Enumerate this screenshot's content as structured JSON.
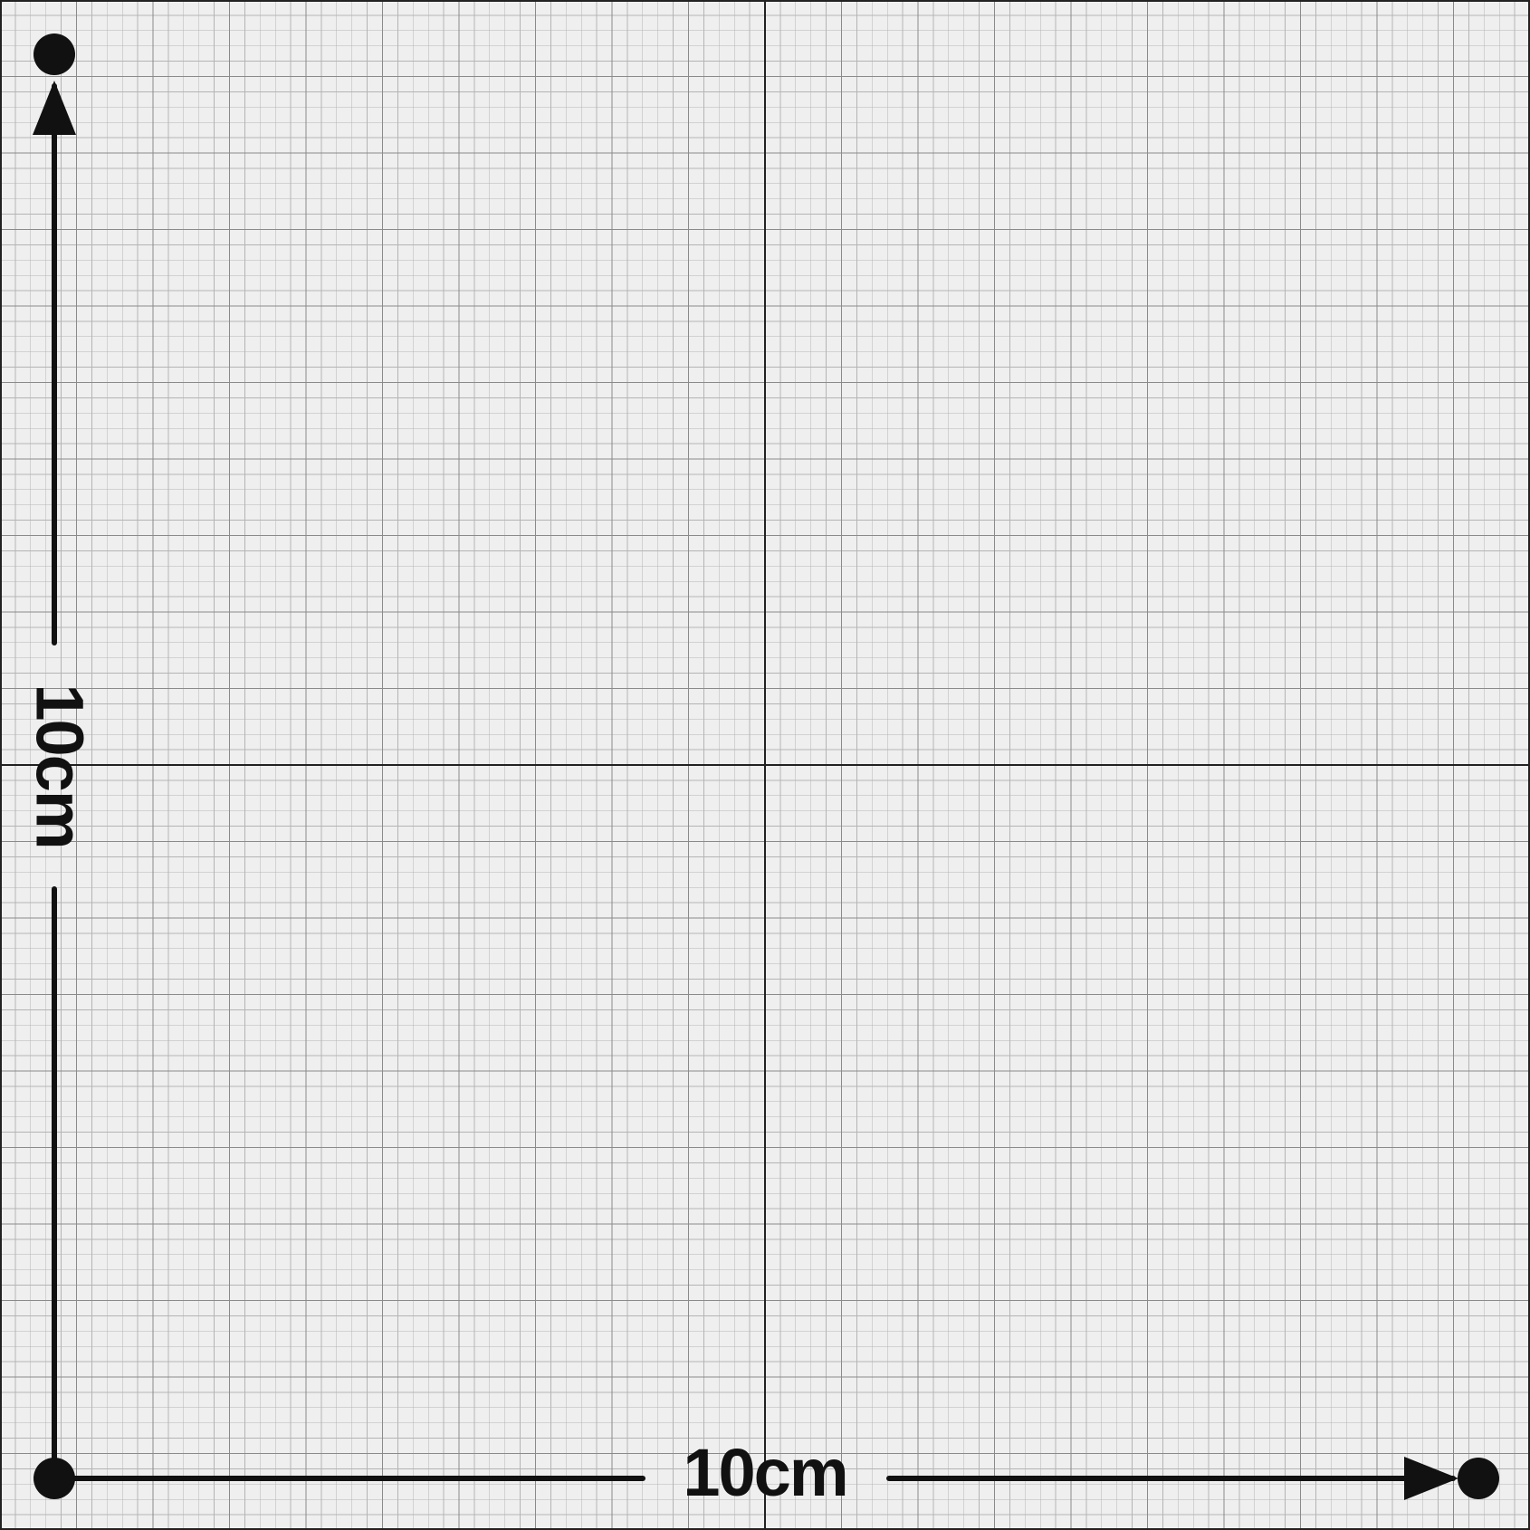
{
  "diagram": {
    "background_color": "#efefef",
    "minor_grid_color": "#b4b4b4",
    "major_grid_color": "#8a8a8a",
    "axis_line_color": "#222222",
    "ink_color": "#111111",
    "horizontal_dimension": {
      "label": "10cm"
    },
    "vertical_dimension": {
      "label": "10cm"
    },
    "endpoints": [
      "origin-point",
      "top-point",
      "right-point"
    ]
  }
}
